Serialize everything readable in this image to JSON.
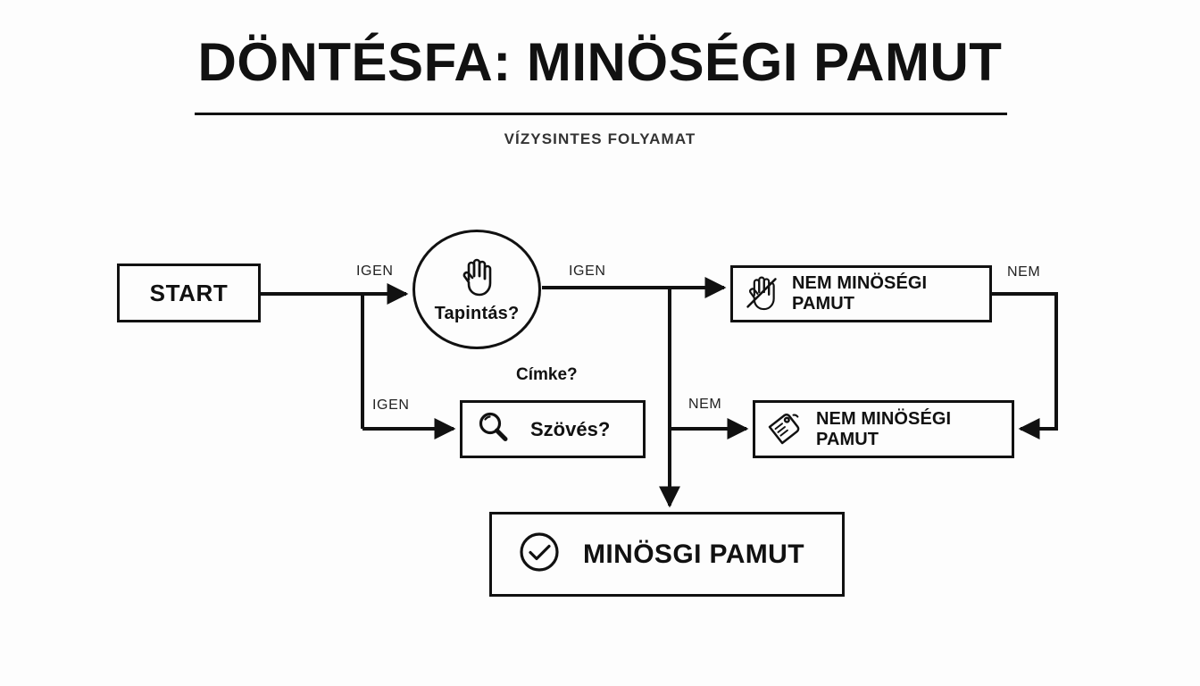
{
  "header": {
    "title": "DÖNTÉSFA: MINÖSÉGI PAMUT",
    "subtitle": "VÍZYSINTES FOLYAMAT"
  },
  "nodes": {
    "start": {
      "label": "START",
      "shape": "rectangle"
    },
    "touch": {
      "label": "Tapintás?",
      "icon": "hand-icon",
      "shape": "circle"
    },
    "weave": {
      "label": "Szövés?",
      "caption": "Címke?",
      "icon": "magnifier-icon",
      "shape": "rectangle"
    },
    "bad_top": {
      "label": "NEM MINÖSÉGI PAMUT",
      "icon": "no-hand-icon",
      "shape": "rectangle"
    },
    "bad_bottom": {
      "label": "NEM MINÖSÉGI PAMUT",
      "icon": "tag-icon",
      "shape": "rectangle"
    },
    "good": {
      "label": "MINÖSGI PAMUT",
      "icon": "check-circle-icon",
      "shape": "rectangle"
    }
  },
  "edges": [
    {
      "id": "start-to-touch",
      "label": "IGEN"
    },
    {
      "id": "start-to-weave",
      "label": "IGEN"
    },
    {
      "id": "touch-to-bad-top",
      "label": "IGEN"
    },
    {
      "id": "trunk-to-bad-bottom",
      "label": "NEM"
    },
    {
      "id": "bad-top-to-bad-bottom",
      "label": "NEM"
    },
    {
      "id": "trunk-to-good",
      "label": ""
    }
  ],
  "colors": {
    "background": "#fdfdfd",
    "stroke": "#111111",
    "text": "#111111",
    "muted_text": "#333333"
  }
}
